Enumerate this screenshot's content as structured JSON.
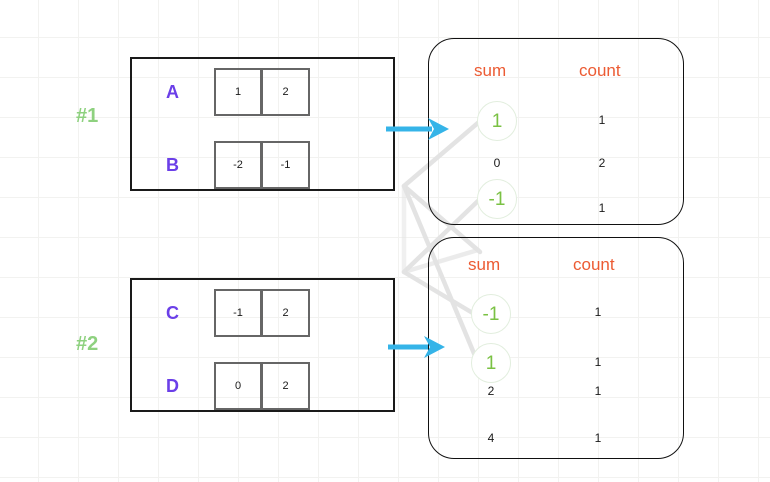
{
  "diagram": {
    "title": "MapReduce partial aggregation diagram",
    "colors": {
      "accent_label": "#6b3fe8",
      "section_tag": "#8ed17f",
      "column_header": "#ec5b33",
      "highlight_value": "#7ac143",
      "arrow": "#35b4e8",
      "connector": "#e0e0e0",
      "grid": "#f2f2f0",
      "box_border": "#1a1a1a",
      "cell_border": "#666666"
    }
  },
  "sections": [
    {
      "tag": "#1",
      "rows": [
        {
          "label": "A",
          "cells": [
            "1",
            "2"
          ]
        },
        {
          "label": "B",
          "cells": [
            "-2",
            "-1"
          ]
        }
      ],
      "result": {
        "headers": {
          "sum": "sum",
          "count": "count"
        },
        "rows": [
          {
            "sum": "1",
            "count": "1",
            "highlighted": true
          },
          {
            "sum": "0",
            "count": "2",
            "highlighted": false
          },
          {
            "sum": "-1",
            "count": "1",
            "highlighted": true
          }
        ]
      }
    },
    {
      "tag": "#2",
      "rows": [
        {
          "label": "C",
          "cells": [
            "-1",
            "2"
          ]
        },
        {
          "label": "D",
          "cells": [
            "0",
            "2"
          ]
        }
      ],
      "result": {
        "headers": {
          "sum": "sum",
          "count": "count"
        },
        "rows": [
          {
            "sum": "-1",
            "count": "1",
            "highlighted": true
          },
          {
            "sum": "1",
            "count": "1",
            "highlighted": true
          },
          {
            "sum": "2",
            "count": "1",
            "highlighted": false
          },
          {
            "sum": "4",
            "count": "1",
            "highlighted": false
          }
        ]
      }
    }
  ],
  "arrows": [
    {
      "name": "arrow-section-1",
      "label": ""
    },
    {
      "name": "arrow-section-2",
      "label": ""
    }
  ]
}
